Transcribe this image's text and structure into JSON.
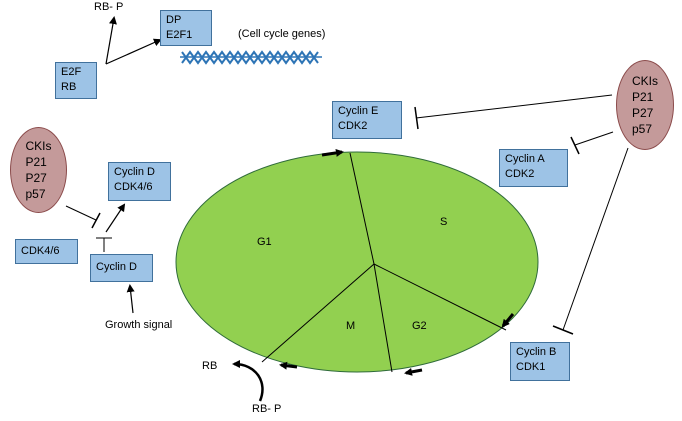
{
  "diagram": {
    "phases": {
      "g1": "G1",
      "s": "S",
      "g2": "G2",
      "m": "M"
    },
    "boxes": {
      "e2f_dp": [
        "DP",
        "E2F1"
      ],
      "e2f_rb": [
        "E2F",
        "RB"
      ],
      "cyclin_e": [
        "Cyclin E",
        "CDK2"
      ],
      "cyclin_a": [
        "Cyclin A",
        "CDK2"
      ],
      "cyclin_b": [
        "Cyclin B",
        "CDK1"
      ],
      "cyclin_d_cdk": [
        "Cyclin D",
        "CDK4/6"
      ],
      "cdk46": [
        "CDK4/6"
      ],
      "cyclin_d": [
        "Cyclin D"
      ]
    },
    "ckis_left": [
      "CKIs",
      "P21",
      "P27",
      "p57"
    ],
    "ckis_right": [
      "CKIs",
      "P21",
      "P27",
      "p57"
    ],
    "labels": {
      "rb_p_top": "RB- P",
      "cell_cycle_genes": "(Cell cycle genes)",
      "growth_signal": "Growth signal",
      "rb": "RB",
      "rb_p_bottom": "RB- P"
    },
    "colors": {
      "cycle_fill": "#92d050",
      "box_fill": "#9dc3e6",
      "box_border": "#41719c",
      "cki_fill": "#c49a9a",
      "dna": "#2e75b6"
    }
  }
}
